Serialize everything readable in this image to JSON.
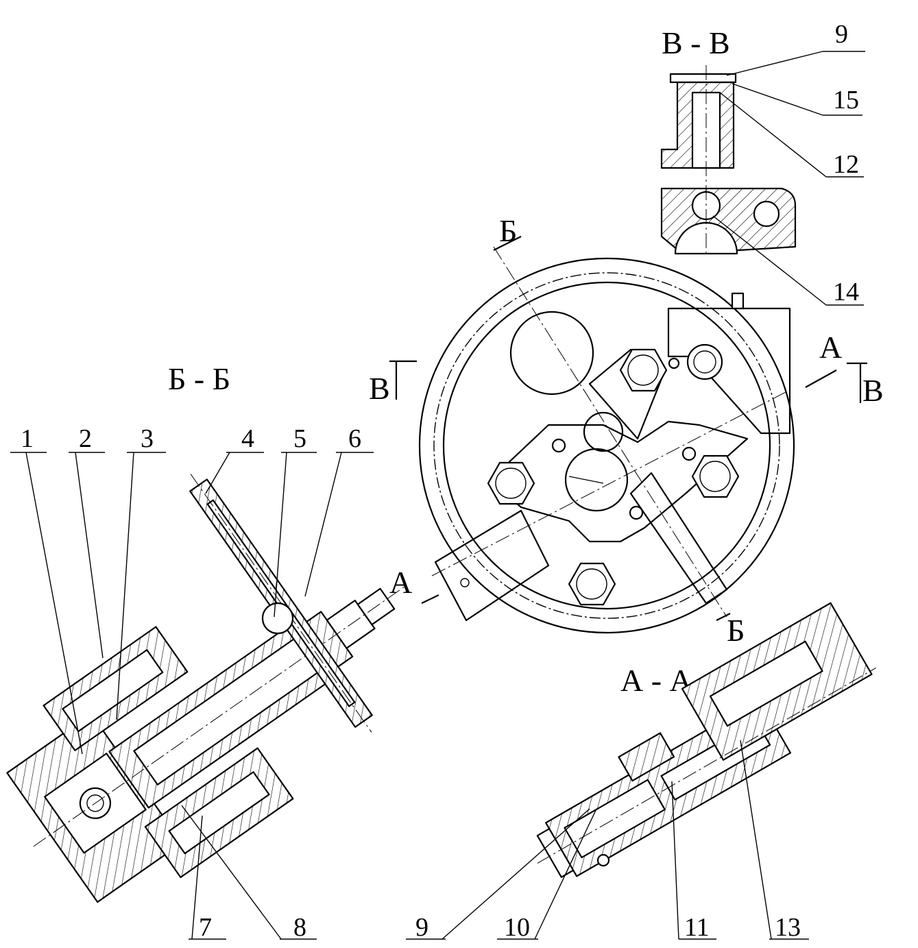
{
  "sections": {
    "bb": "Б - Б",
    "vv": "В - В",
    "aa": "А - А"
  },
  "cut_marks": {
    "b_top": "Б",
    "b_bottom": "Б",
    "v_left": "В",
    "v_right": "В",
    "a_left": "А",
    "a_right": "А"
  },
  "callouts": {
    "c1": "1",
    "c2": "2",
    "c3": "3",
    "c4": "4",
    "c5": "5",
    "c6": "6",
    "c7": "7",
    "c8": "8",
    "c9a": "9",
    "c10": "10",
    "c11": "11",
    "c13": "13",
    "c9b": "9",
    "c15": "15",
    "c12": "12",
    "c14": "14"
  }
}
